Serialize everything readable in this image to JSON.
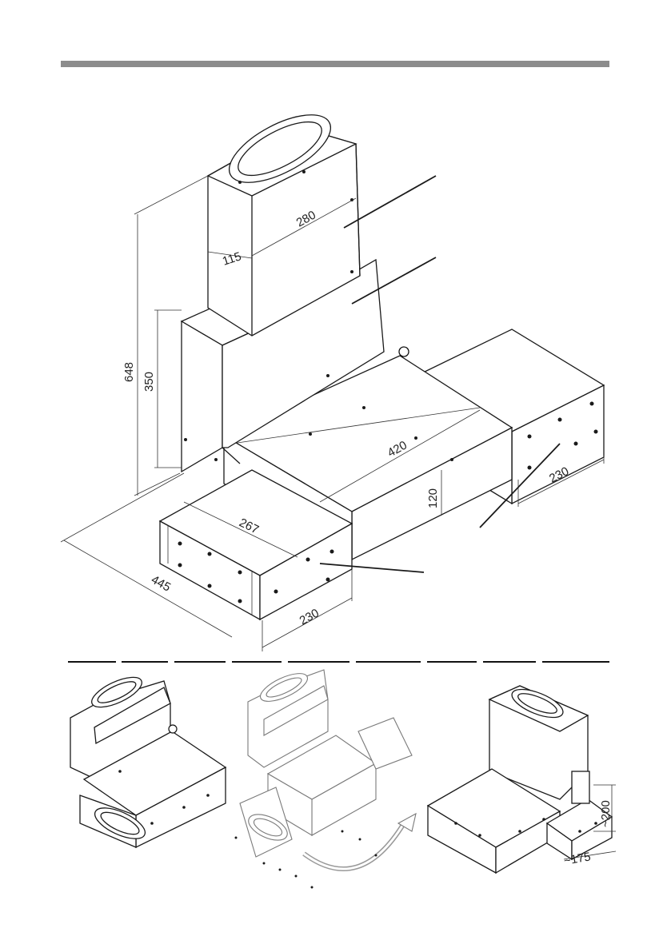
{
  "dimensions": {
    "d280": "280",
    "d115": "115",
    "d648": "648",
    "d350": "350",
    "d420": "420",
    "d120": "120",
    "d230_right": "230",
    "d267": "267",
    "d445": "445",
    "d230_front": "230",
    "d200": "~200",
    "d175": "~175"
  }
}
